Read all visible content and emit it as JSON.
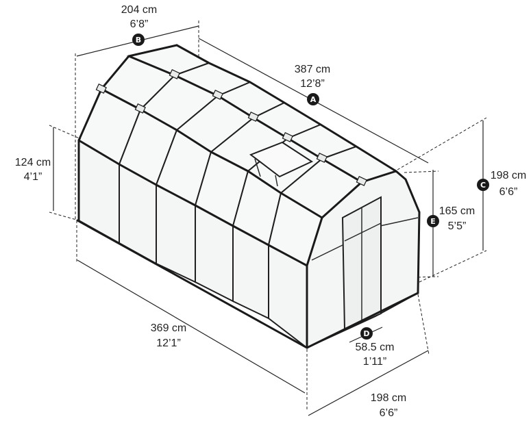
{
  "dimensions": {
    "A": {
      "badge": "A",
      "metric": "387 cm",
      "imperial": "12’8”"
    },
    "B": {
      "badge": "B",
      "metric": "204 cm",
      "imperial": "6’8”"
    },
    "C": {
      "badge": "C",
      "metric": "198 cm",
      "imperial": "6’6”"
    },
    "D": {
      "badge": "D",
      "metric": "58.5 cm",
      "imperial": "1’11”"
    },
    "E": {
      "badge": "E",
      "metric": "165 cm",
      "imperial": "5’5”"
    },
    "side_height": {
      "metric": "124 cm",
      "imperial": "4’1”"
    },
    "base_length": {
      "metric": "369 cm",
      "imperial": "12’1”"
    },
    "base_width": {
      "metric": "198 cm",
      "imperial": "6’6”"
    }
  },
  "colors": {
    "frame": "#1a1a1a",
    "panel": "#f4f5f5",
    "badge": "#1a1a1a"
  }
}
